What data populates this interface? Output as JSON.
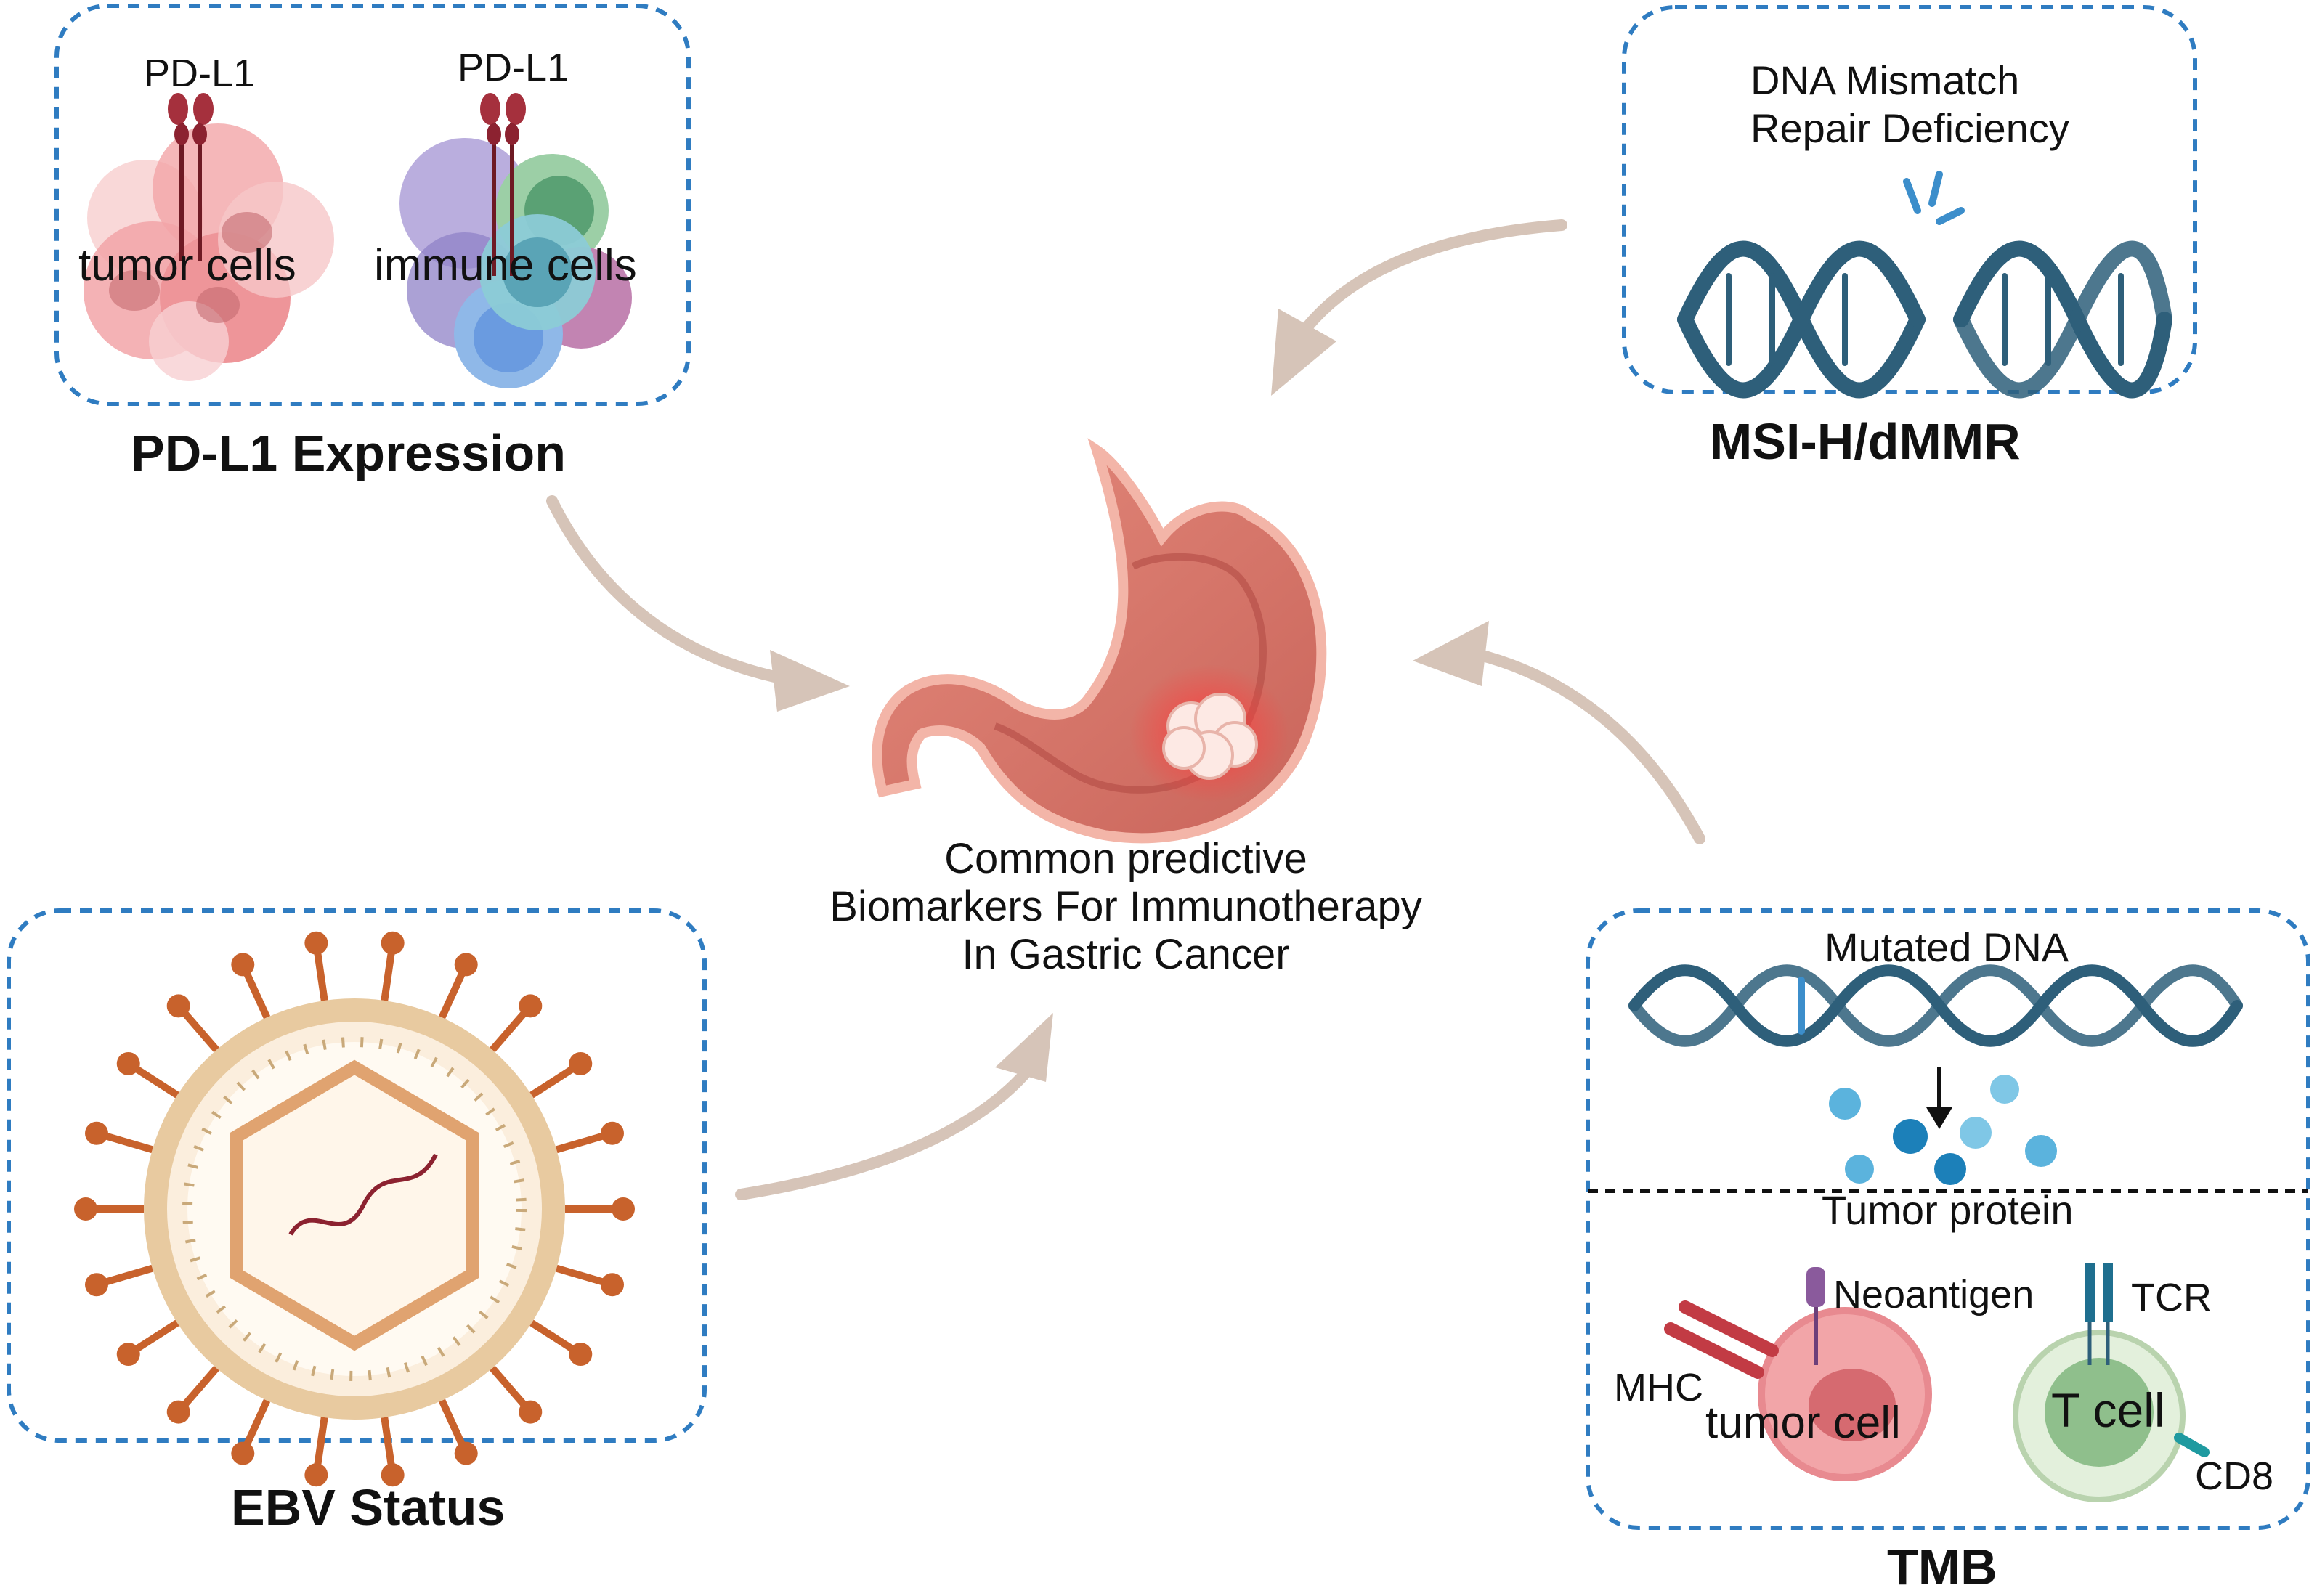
{
  "center": {
    "caption_lines": [
      "Common predictive",
      "Biomarkers For Immunotherapy",
      "In Gastric Cancer"
    ]
  },
  "pdl1_panel": {
    "title": "PD-L1 Expression",
    "tumor_receptor_label": "PD-L1",
    "immune_receptor_label": "PD-L1",
    "tumor_label": "tumor cells",
    "immune_label": "immune cells"
  },
  "msi_panel": {
    "title": "MSI-H/dMMR",
    "caption_line1": "DNA Mismatch",
    "caption_line2": "Repair Deficiency"
  },
  "ebv_panel": {
    "title": "EBV Status"
  },
  "tmb_panel": {
    "title": "TMB",
    "mutated_dna_label": "Mutated DNA",
    "tumor_protein_label": "Tumor protein",
    "neoantigen_label": "Neoantigen",
    "tcr_label": "TCR",
    "mhc_label": "MHC",
    "tumor_cell_label": "tumor cell",
    "t_cell_label": "T cell",
    "cd8_label": "CD8"
  },
  "colors": {
    "panel_border": "#2f7cc1",
    "arrow": "#d6c4b8",
    "dna": "#2e5f7a",
    "receptor": "#8c2230",
    "tumor_pink": "#f2a5a8",
    "stomach": "#d9776a",
    "virus": "#c8622c"
  }
}
